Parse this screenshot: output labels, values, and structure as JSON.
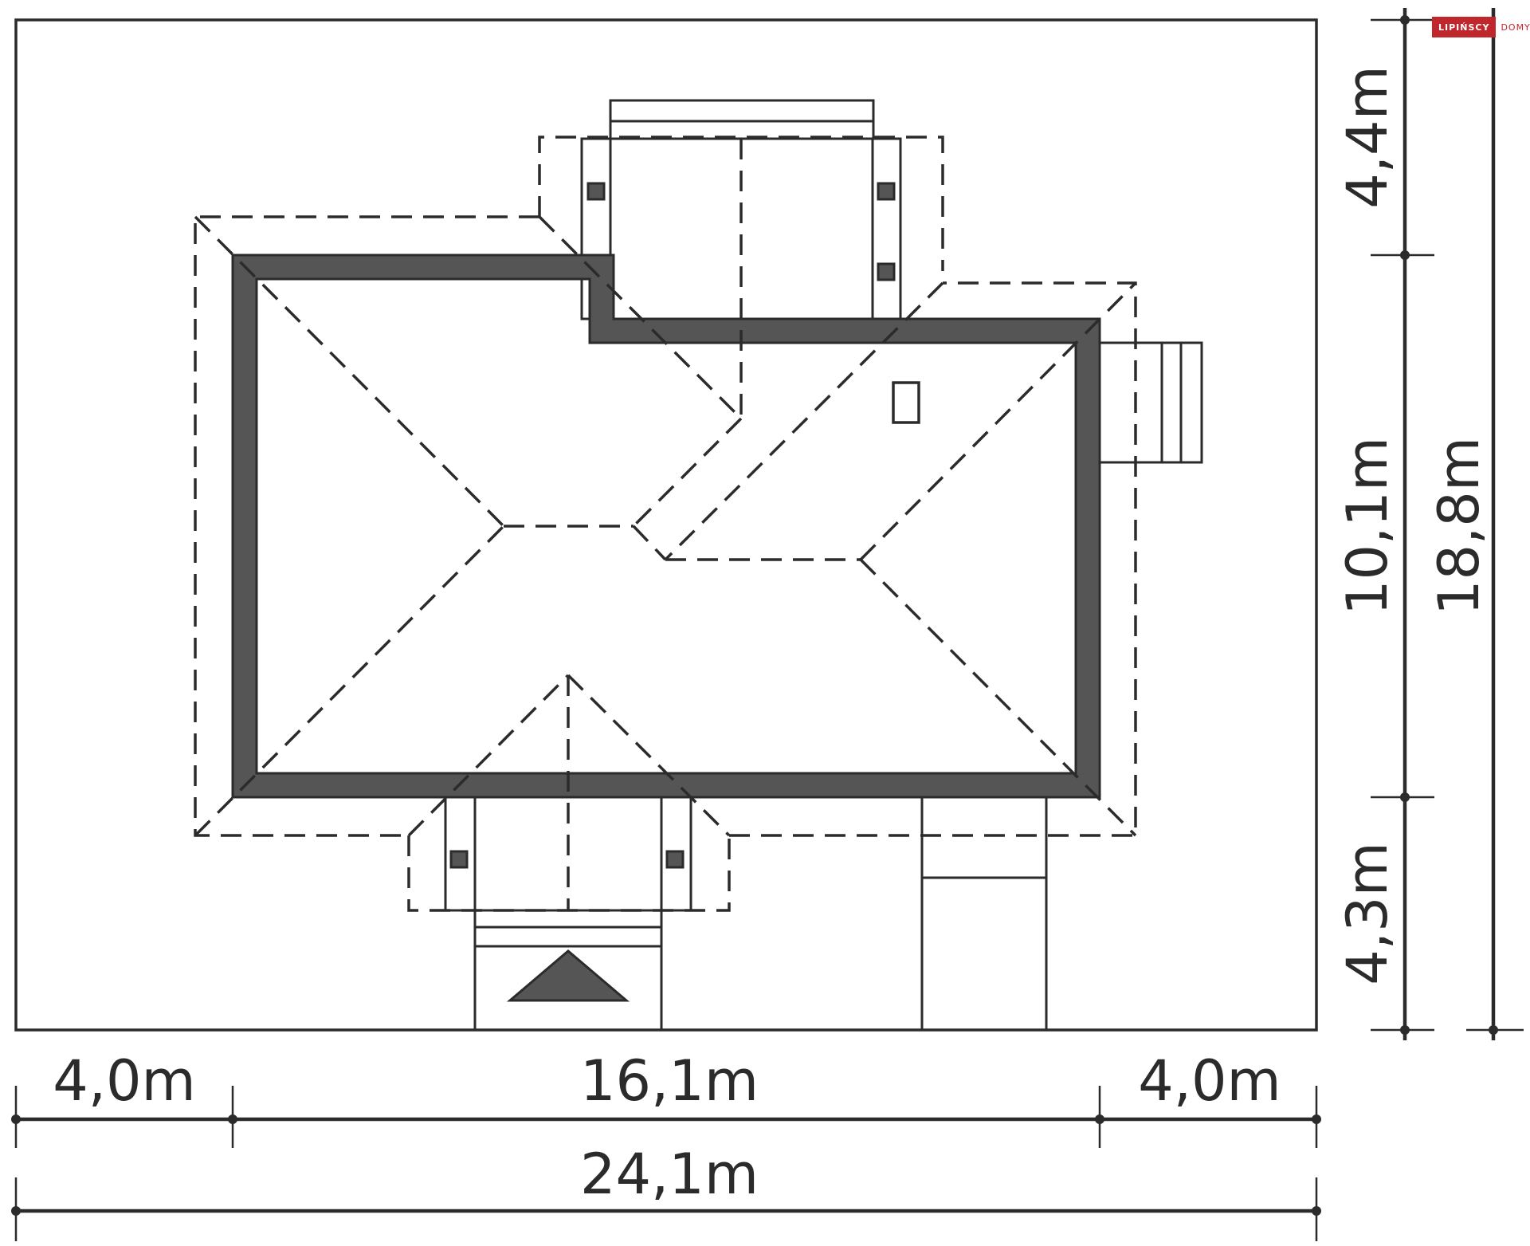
{
  "brand": {
    "logo_left": "LIPIŃSCY",
    "logo_right": "DOMY",
    "accent_color": "#c0272d"
  },
  "drawing": {
    "type": "site plan / roof plan",
    "wall_color": "#555555",
    "line_color": "#2b2b2b"
  },
  "dimensions": {
    "horizontal": {
      "left_setback": "4,0m",
      "building_width": "16,1m",
      "right_setback": "4,0m",
      "total_width": "24,1m"
    },
    "vertical": {
      "top_setback": "4,4m",
      "building_depth": "10,1m",
      "bottom_setback": "4,3m",
      "total_depth": "18,8m"
    }
  }
}
